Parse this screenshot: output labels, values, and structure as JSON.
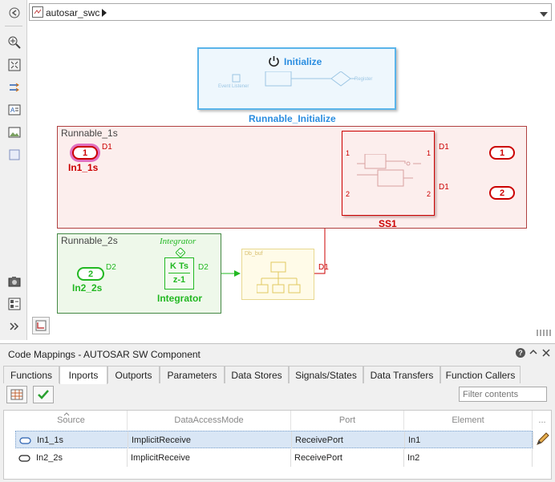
{
  "address": {
    "model": "autosar_swc"
  },
  "canvas": {
    "init_block": {
      "title": "Initialize",
      "name": "Runnable_Initialize",
      "event_label": "Event Listener",
      "register_label": "Register"
    },
    "area1": {
      "title": "Runnable_1s"
    },
    "area2": {
      "title": "Runnable_2s"
    },
    "in1": {
      "number": "1",
      "name": "In1_1s",
      "signal": "D1"
    },
    "in2": {
      "number": "2",
      "name": "In2_2s",
      "signal": "D2"
    },
    "ss1": {
      "name": "SS1",
      "in1": "1",
      "in2": "2",
      "out1": "1",
      "out2": "2",
      "sig_in1": "D1",
      "sig_out1": "D1",
      "sig_out2": "D1"
    },
    "out1": {
      "number": "1"
    },
    "out2": {
      "number": "2"
    },
    "integrator": {
      "numer": "K Ts",
      "denom": "z-1",
      "name": "Integrator",
      "italic_label": "Integrator",
      "out_signal": "D2"
    },
    "db_buf": {
      "label": "Db_buf",
      "out_signal": "D1"
    }
  },
  "panel": {
    "title": "Code Mappings - AUTOSAR SW Component",
    "tabs": [
      "Functions",
      "Inports",
      "Outports",
      "Parameters",
      "Data Stores",
      "Signals/States",
      "Data Transfers",
      "Function Callers"
    ],
    "active_tab": "Inports",
    "filter_placeholder": "Filter contents",
    "columns": [
      "Source",
      "DataAccessMode",
      "Port",
      "Element",
      "..."
    ],
    "rows": [
      {
        "source": "In1_1s",
        "mode": "ImplicitReceive",
        "port": "ReceivePort",
        "element": "In1",
        "selected": true
      },
      {
        "source": "In2_2s",
        "mode": "ImplicitReceive",
        "port": "ReceivePort",
        "element": "In2",
        "selected": false
      }
    ],
    "help_icon": "?"
  },
  "colors": {
    "red": "#cc0000",
    "green": "#22b822",
    "blue": "#2a8de0",
    "selected_row": "#d9e6f5"
  }
}
